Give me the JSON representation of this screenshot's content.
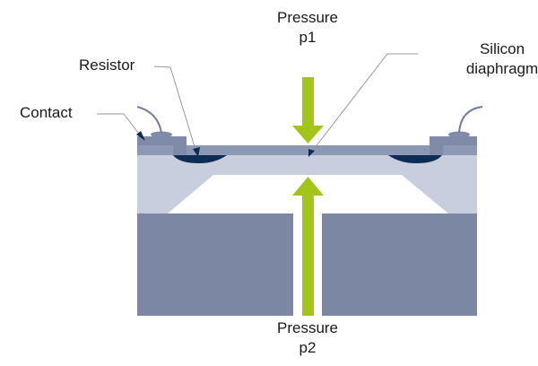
{
  "labels": {
    "pressure_top": "Pressure",
    "pressure_top_sub": "p1",
    "pressure_bottom": "Pressure",
    "pressure_bottom_sub": "p2",
    "diaphragm_line1": "Silicon",
    "diaphragm_line2": "diaphragm",
    "resistor": "Resistor",
    "contact": "Contact"
  },
  "colors": {
    "arrow": "#a3c51a",
    "top_layer": "#8c98b4",
    "contact": "#7f8ba8",
    "silicon": "#c9cede",
    "base": "#7b87a3",
    "resistor": "#0f2c52",
    "leader": "#999999"
  }
}
